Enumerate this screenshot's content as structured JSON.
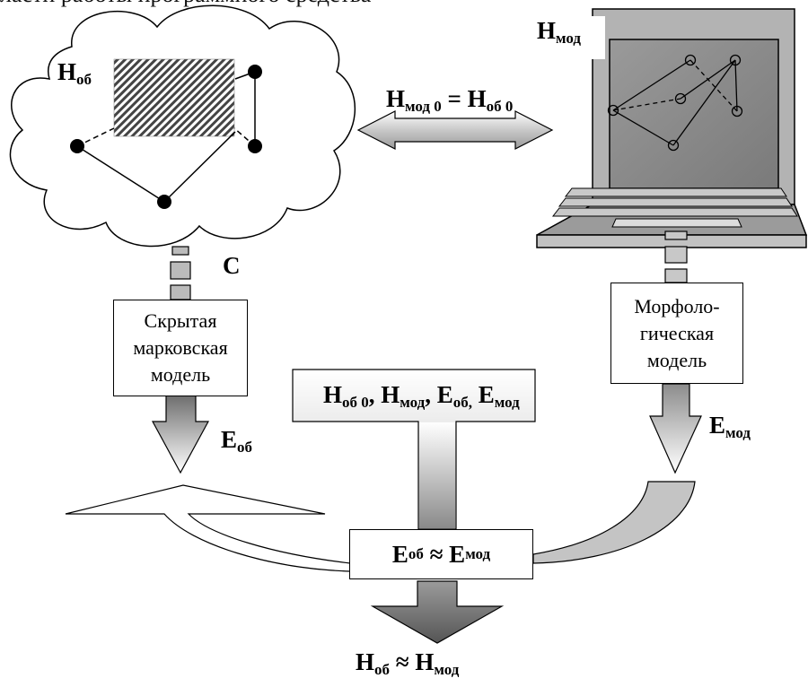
{
  "top_line": "ласти работы программного средства",
  "cloud": {
    "label_main": "H",
    "label_sub": "об"
  },
  "laptop": {
    "label_main": "H",
    "label_sub": "мод"
  },
  "init_equation": {
    "left_main": "H",
    "left_sub": "мод 0",
    "op": " = ",
    "right_main": "H",
    "right_sub": "об 0"
  },
  "channel_label": "C",
  "hmm_box": {
    "text": "Скрытая\nмарковская\nмодель"
  },
  "morph_box": {
    "text": "Морфоло-\nгическая\nмодель"
  },
  "e_ob_label": {
    "main": "E",
    "sub": "об"
  },
  "e_mod_label": {
    "main": "E",
    "sub": "мод"
  },
  "params_box": {
    "terms": [
      {
        "main": "H",
        "sub": "об 0",
        "sep": ", "
      },
      {
        "main": "H",
        "sub": "мод",
        "sep": ", "
      },
      {
        "main": "E",
        "sub": "об,",
        "sep": " "
      },
      {
        "main": "E",
        "sub": "мод",
        "sep": ""
      }
    ]
  },
  "compare_box": {
    "left_main": "E",
    "left_sub": "об",
    "op": " ≈ ",
    "right_main": "E",
    "right_sub": "мод"
  },
  "result": {
    "left_main": "H",
    "left_sub": "об",
    "op": " ≈ ",
    "right_main": "H",
    "right_sub": "мод"
  }
}
